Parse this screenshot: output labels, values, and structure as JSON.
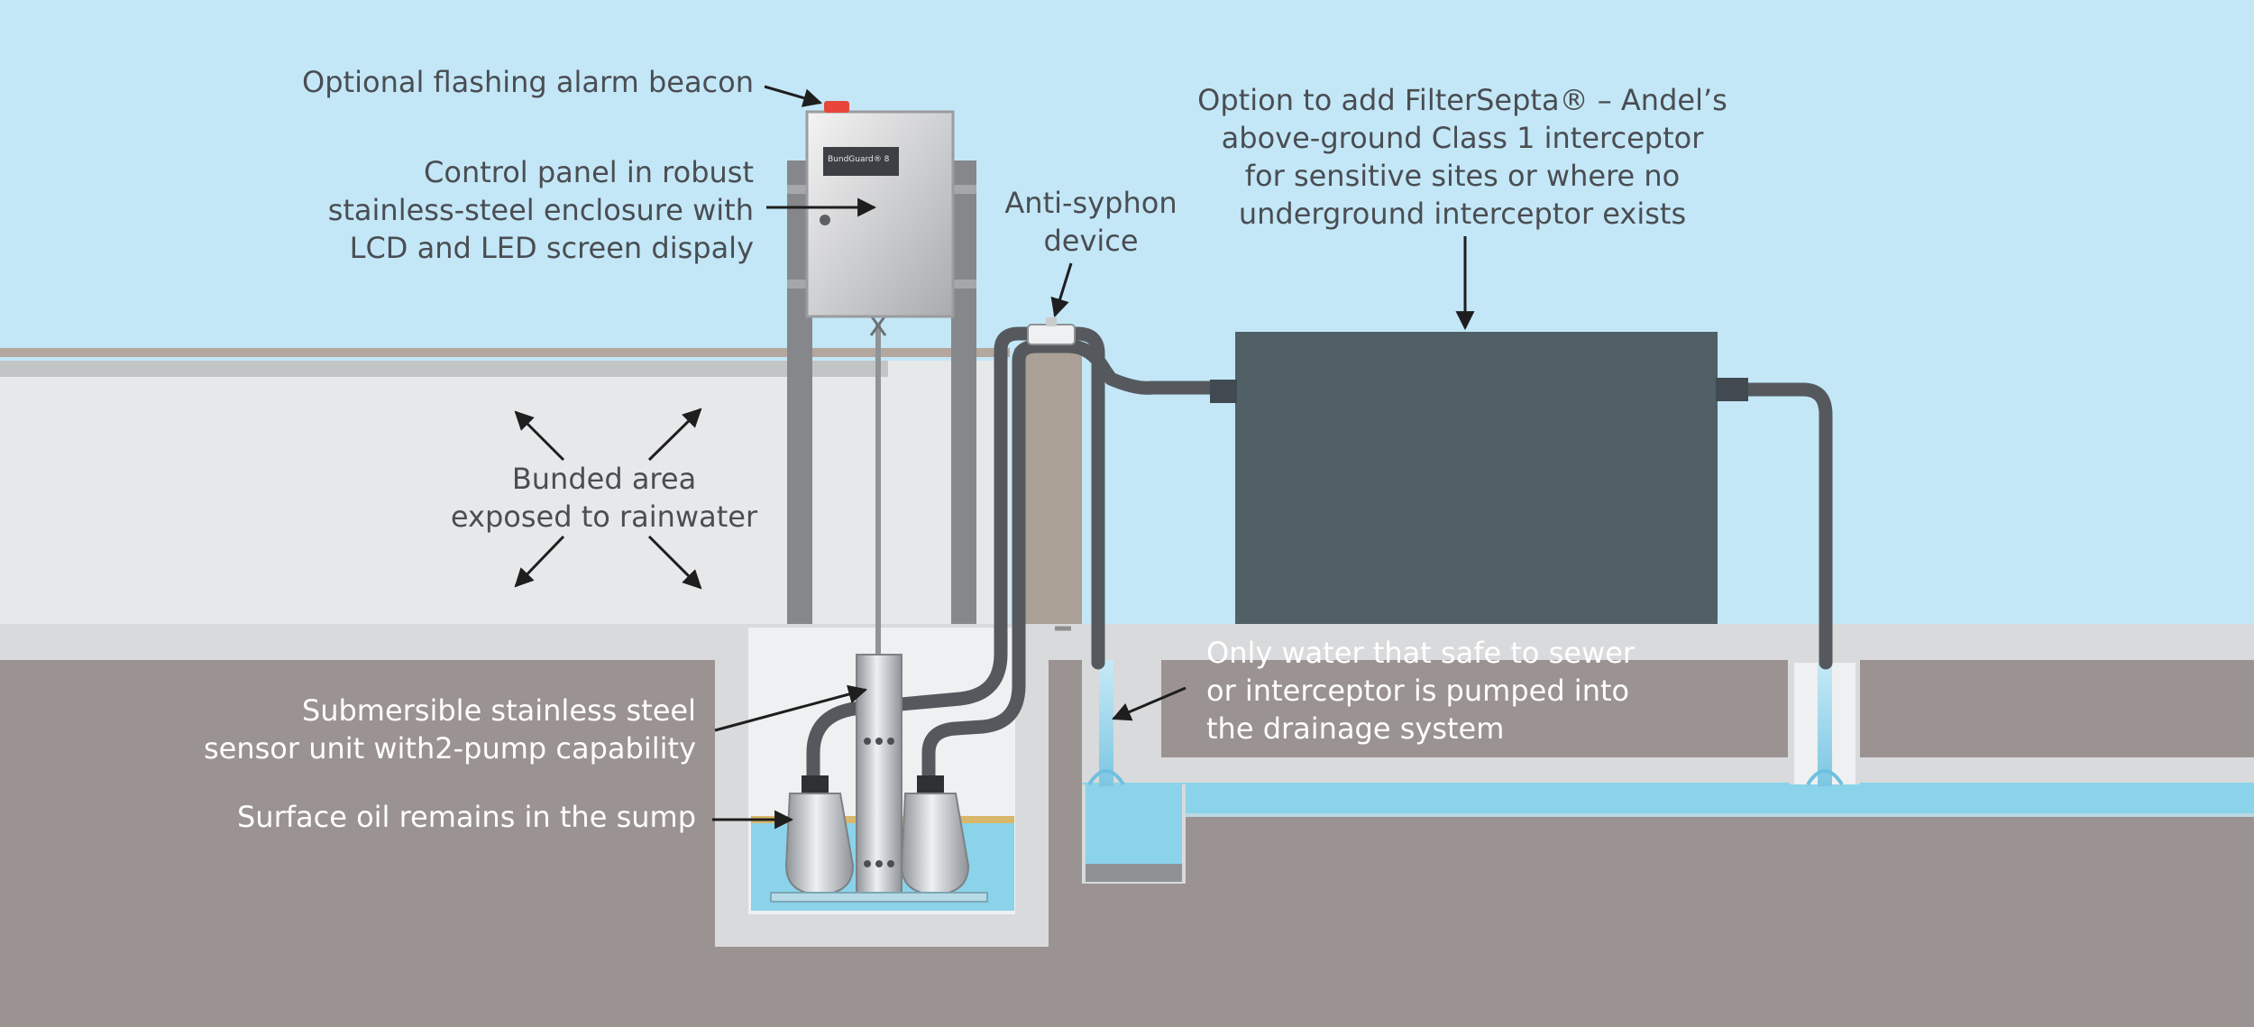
{
  "labels": {
    "beacon": "Optional flashing alarm beacon",
    "control_panel": "Control panel in robust\nstainless-steel enclosure with\nLCD and LED screen dispaly",
    "anti_syphon": "Anti-syphon\ndevice",
    "filtersepta": "Option to add FilterSepta® – Andel’s\nabove-ground Class 1 interceptor\nfor sensitive sites or where no\nunderground interceptor exists",
    "bunded_area": "Bunded area\nexposed to rainwater",
    "sensor_unit": "Submersible stainless steel\nsensor unit with2-pump capability",
    "surface_oil": "Surface oil remains in the sump",
    "water_sewer": "Only water that safe to sewer\nor interceptor is pumped into\nthe drainage system"
  },
  "panel_brand": "BundGuard® 8",
  "colors": {
    "sky": "#c3e7f7",
    "ground": "#9b9391",
    "bund": "#e7e8ea",
    "interceptor": "#515f67",
    "water": "#8ad3ea",
    "oil": "#d9b76a",
    "beacon": "#e8463a",
    "arrow": "#1e1e1e"
  }
}
